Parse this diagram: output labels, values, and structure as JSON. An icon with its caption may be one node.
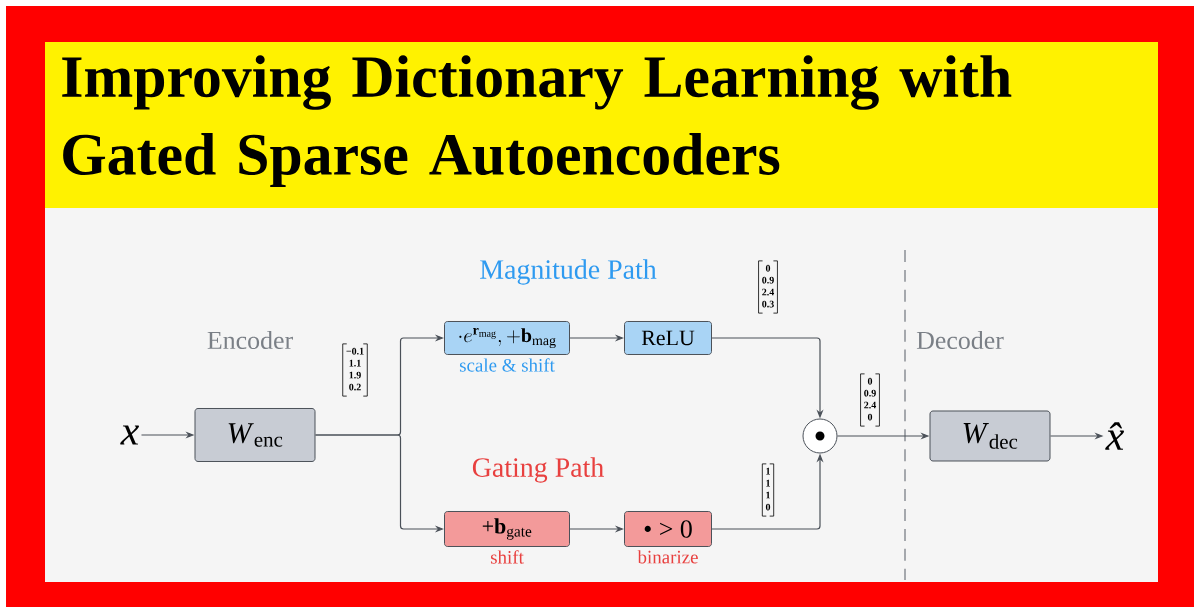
{
  "diagram": {
    "title": "Improving Dictionary Learning with Gated Sparse Autoencoders",
    "nodes": [
      {
        "text": [
          "x"
        ]
      },
      {
        "text": [
          "*W*$_{enc}$"
        ]
      },
      {
        "text": [
          "\\cdot e^{\\mathbf{r}_{\\mathrm{mag}}},+\\mathbf{b}_{\\mathrm{mag}}"
        ],
        "beside": [
          "scale & shift"
        ]
      },
      {
        "text": [
          "ReLU"
        ]
      },
      {
        "text": [
          "+**b**$_{gate}$"
        ],
        "beside": [
          "shift"
        ]
      },
      {
        "text": [
          "• > 0"
        ],
        "beside": [
          "binarize"
        ]
      },
      {
        "text": [],
        "shape": "circle"
      },
      {
        "text": [
          "*W*$_{dec}$"
        ]
      },
      {
        "text": [
          "x̂"
        ]
      }
    ],
    "edges": [
      {
        "from": 0,
        "to": 1,
        "arrow": "to"
      },
      {
        "from": 1,
        "to": 2,
        "arrow": "to"
      },
      {
        "from": 1,
        "to": 4,
        "arrow": "to"
      },
      {
        "from": 2,
        "to": 3,
        "arrow": "to"
      },
      {
        "from": 4,
        "to": 5,
        "arrow": "to"
      },
      {
        "from": 3,
        "to": 6,
        "arrow": "to"
      },
      {
        "from": 5,
        "to": 6,
        "arrow": "to"
      },
      {
        "from": 6,
        "to": 7,
        "arrow": "to"
      },
      {
        "from": 7,
        "to": 8,
        "arrow": "to"
      }
    ],
    "labels": [
      "Magnitude Path",
      "Encoder",
      "Gating Path",
      "Decoder",
      "−0.1",
      "1.1",
      "1.9",
      "0.2",
      "0",
      "0.9",
      "2.4",
      "0.3",
      "1",
      "1",
      "1",
      "0",
      "0",
      "0.9",
      "2.4",
      "0"
    ]
  }
}
